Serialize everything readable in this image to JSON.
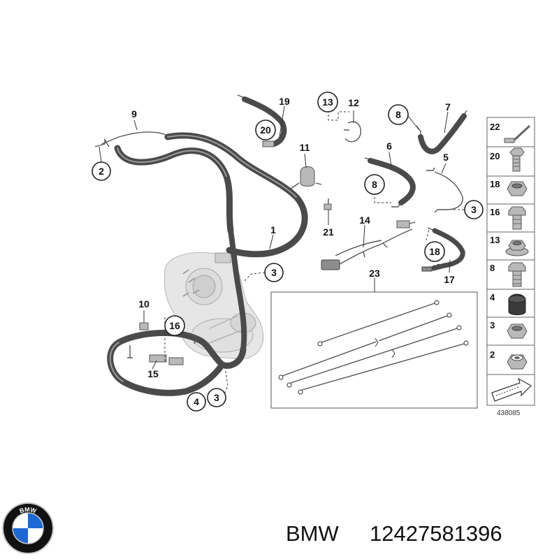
{
  "diagram": {
    "callouts": [
      {
        "id": "c19",
        "text": "19"
      },
      {
        "id": "c20",
        "text": "20"
      },
      {
        "id": "c9",
        "text": "9"
      },
      {
        "id": "c2",
        "text": "2"
      },
      {
        "id": "c13",
        "text": "13"
      },
      {
        "id": "c12",
        "text": "12"
      },
      {
        "id": "c8a",
        "text": "8"
      },
      {
        "id": "c7",
        "text": "7"
      },
      {
        "id": "c11",
        "text": "11"
      },
      {
        "id": "c6",
        "text": "6"
      },
      {
        "id": "c5",
        "text": "5"
      },
      {
        "id": "c8b",
        "text": "8"
      },
      {
        "id": "c3a",
        "text": "3"
      },
      {
        "id": "c21",
        "text": "21"
      },
      {
        "id": "c14",
        "text": "14"
      },
      {
        "id": "c1",
        "text": "1"
      },
      {
        "id": "c18",
        "text": "18"
      },
      {
        "id": "c3b",
        "text": "3"
      },
      {
        "id": "c17",
        "text": "17"
      },
      {
        "id": "c23",
        "text": "23"
      },
      {
        "id": "c10",
        "text": "10"
      },
      {
        "id": "c16",
        "text": "16"
      },
      {
        "id": "c15",
        "text": "15"
      },
      {
        "id": "c4",
        "text": "4"
      },
      {
        "id": "c3c",
        "text": "3"
      }
    ],
    "hardware_legend": [
      {
        "number": "22",
        "icon": "ground-stud-icon"
      },
      {
        "number": "20",
        "icon": "screw-icon"
      },
      {
        "number": "18",
        "icon": "hex-nut-icon"
      },
      {
        "number": "16",
        "icon": "hex-bolt-icon"
      },
      {
        "number": "13",
        "icon": "flange-nut-icon"
      },
      {
        "number": "8",
        "icon": "hex-bolt-icon"
      },
      {
        "number": "4",
        "icon": "protective-cap-icon"
      },
      {
        "number": "3",
        "icon": "hex-nut-icon"
      },
      {
        "number": "2",
        "icon": "self-locking-nut-icon"
      }
    ],
    "reference_number": "438085"
  },
  "brand": {
    "logo_text": "BMW",
    "caption_brand": "BMW",
    "caption_part_number": "12427581396",
    "logo_colors": {
      "blue": "#1c69d4",
      "white": "#ffffff",
      "black": "#111111",
      "silver": "#c8c8c8"
    }
  }
}
